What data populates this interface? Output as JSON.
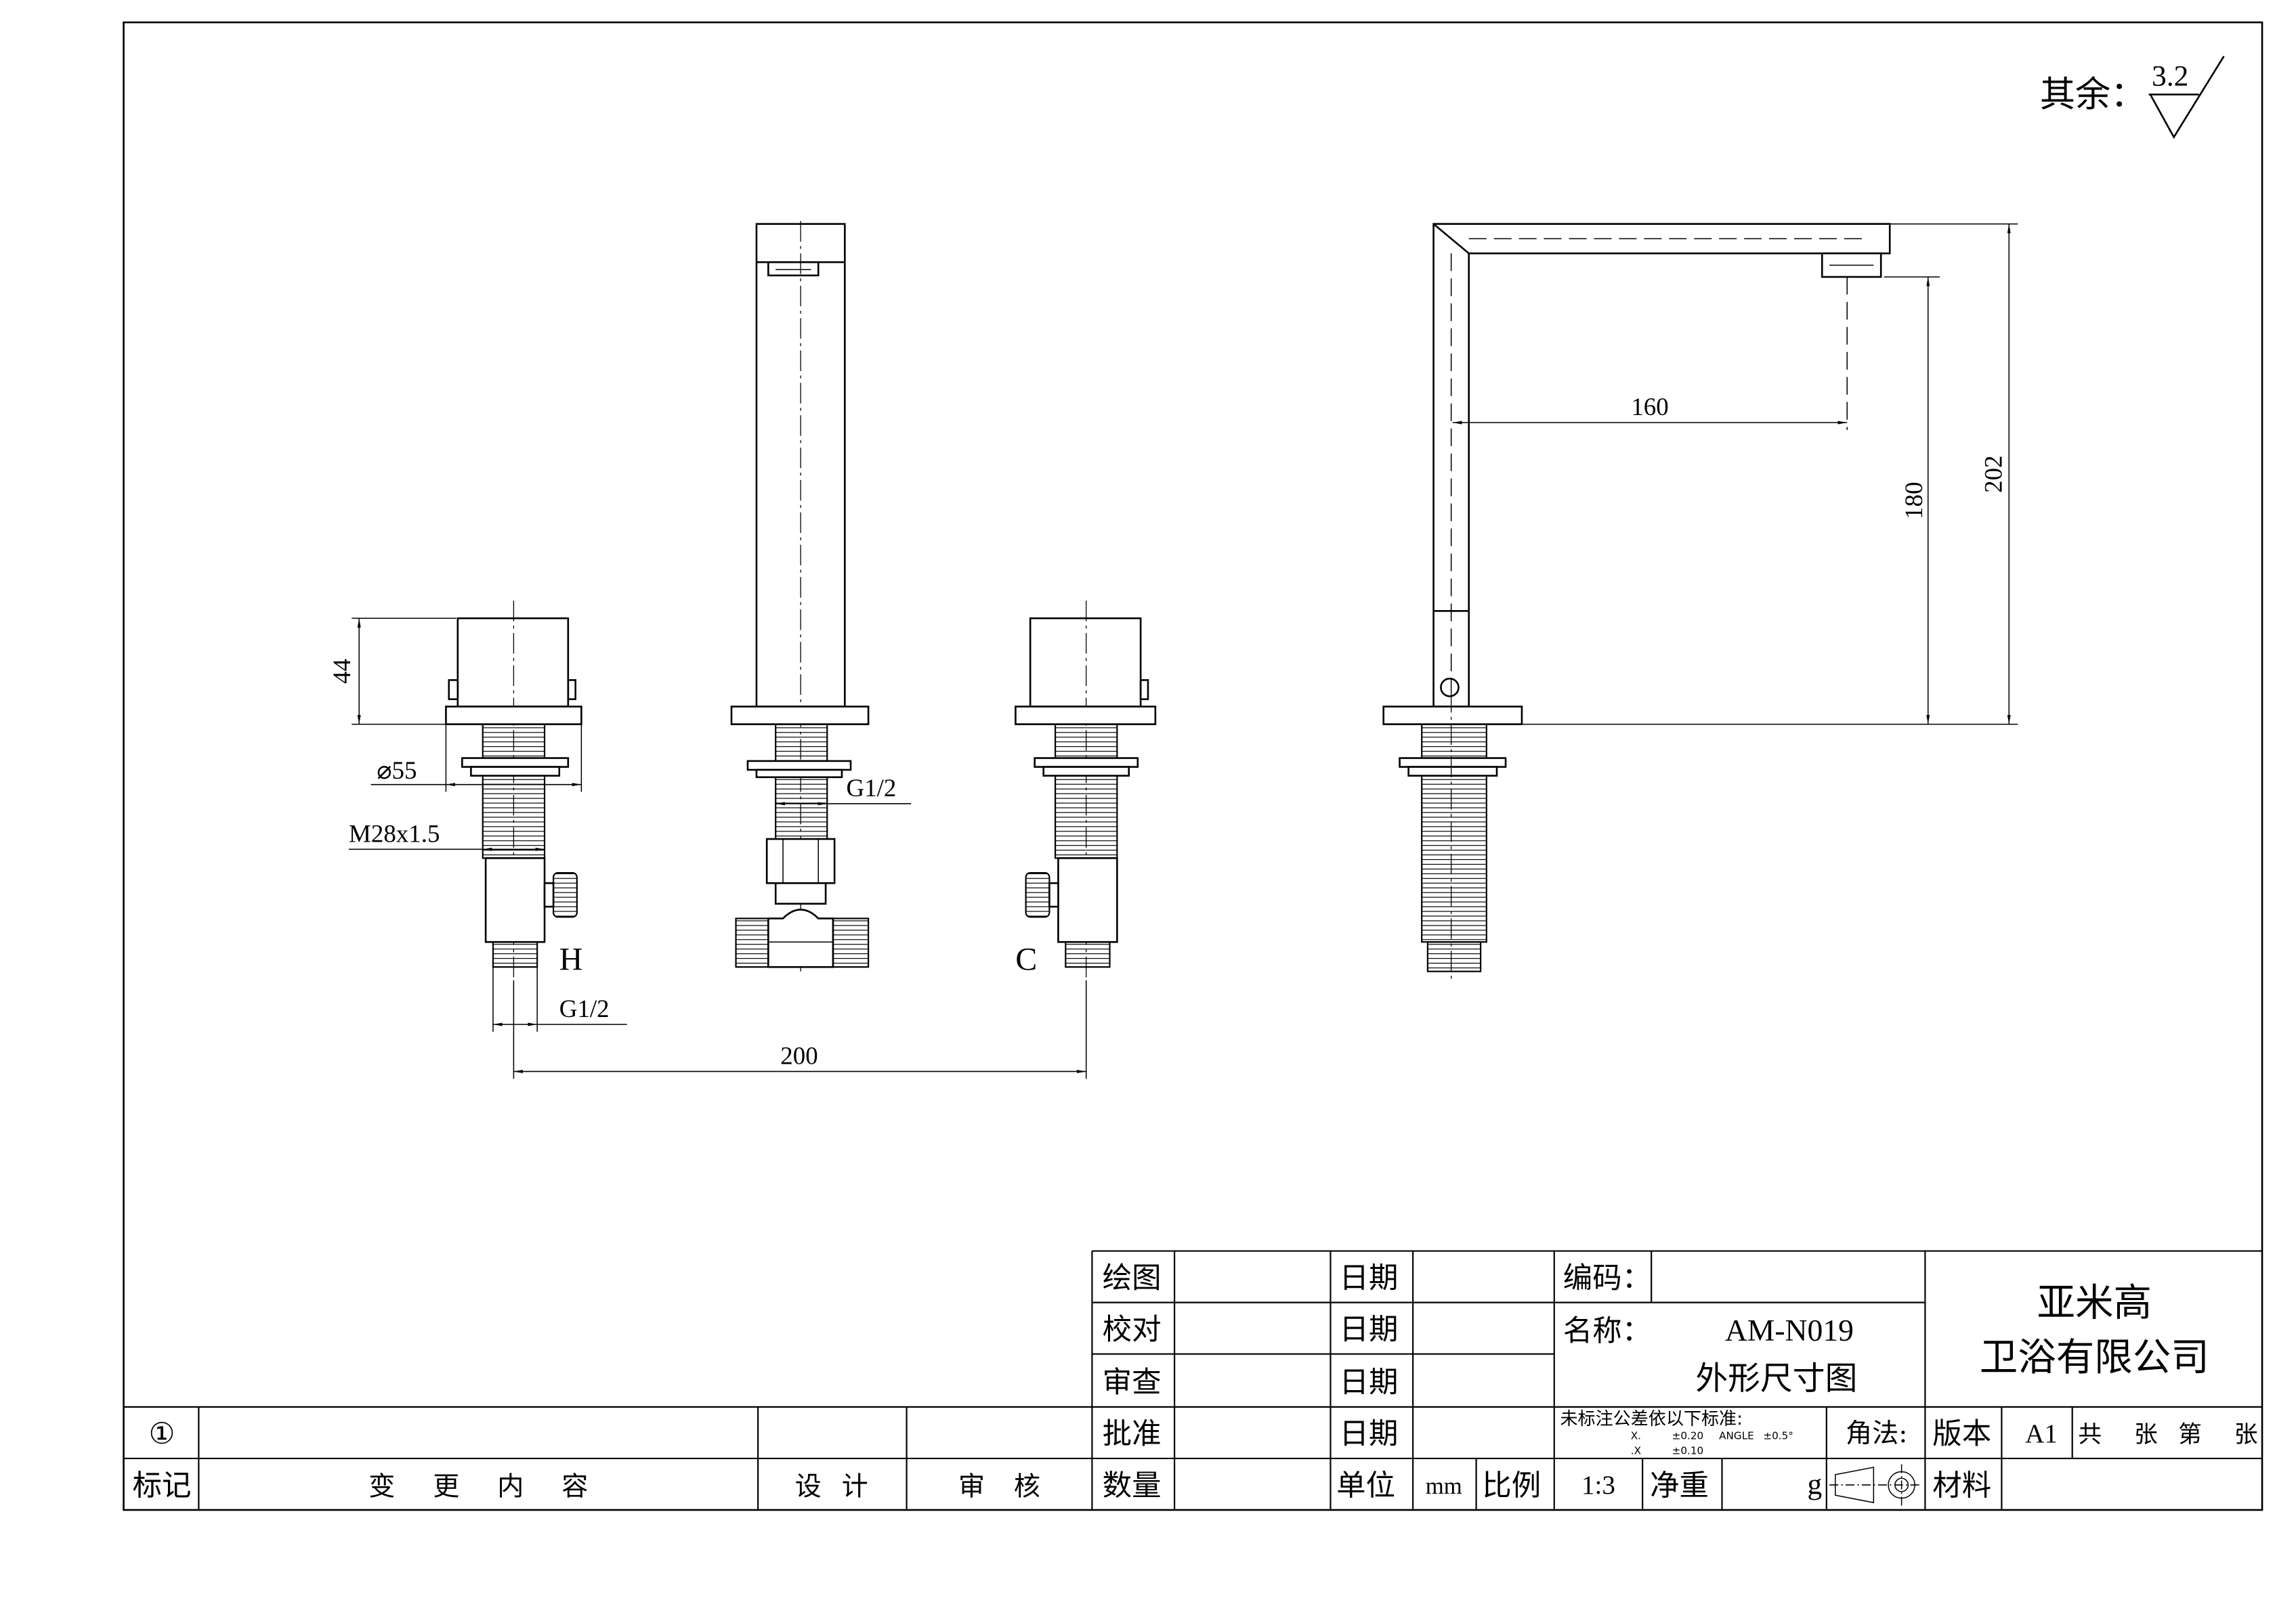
{
  "surface_finish": {
    "label": "其余：",
    "roughness": "3.2"
  },
  "views": {
    "front": {
      "hot_label": "H",
      "cold_label": "C"
    }
  },
  "dimensions": {
    "handle_height": "44",
    "flange_diameter": "⌀55",
    "shank_thread": "M28x1.5",
    "inlet_thread_valve": "G1/2",
    "spout_thread": "G1/2",
    "center_distance": "200",
    "spout_reach": "160",
    "outlet_height": "180",
    "total_height": "202"
  },
  "title_block": {
    "sign_rows": [
      {
        "role": "绘图",
        "date_label": "日期"
      },
      {
        "role": "校对",
        "date_label": "日期"
      },
      {
        "role": "审查",
        "date_label": "日期"
      },
      {
        "role": "批准",
        "date_label": "日期"
      }
    ],
    "code_label": "编码：",
    "name_label": "名称：",
    "model": "AM-N019",
    "drawing_title": "外形尺寸图",
    "company": [
      "亚米高",
      "卫浴有限公司"
    ],
    "tolerance": {
      "heading": "未标注公差依以下标准:",
      "rows": [
        {
          "precision": "X.",
          "value": "±0.20",
          "angle_label": "ANGLE",
          "angle_value": "±0.5°"
        },
        {
          "precision": ".X",
          "value": "±0.10"
        }
      ]
    },
    "projection_label": "角法:",
    "version_label": "版本",
    "version": "A1",
    "sheets": {
      "total_label": "共",
      "unit_a": "张",
      "nth_label": "第",
      "unit_b": "张"
    },
    "quantity_label": "数量",
    "unit_label": "单位",
    "unit": "mm",
    "scale_label": "比例",
    "scale": "1:3",
    "weight_label": "净重",
    "weight_unit": "g",
    "material_label": "材料",
    "revision": {
      "mark": "①",
      "headers": [
        "标记",
        "变 更 内 容",
        "设 计",
        "审 核"
      ]
    }
  }
}
